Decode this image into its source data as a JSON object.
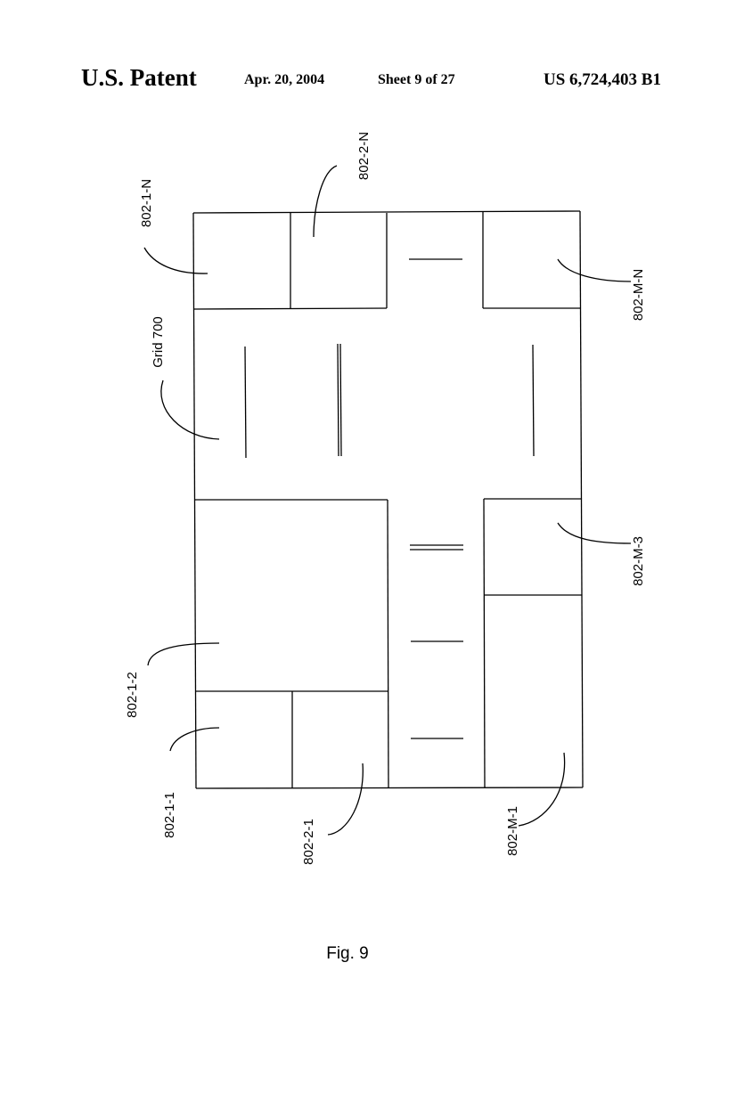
{
  "header": {
    "title": "U.S. Patent",
    "date": "Apr. 20, 2004",
    "sheet": "Sheet 9 of 27",
    "patent_number": "US 6,724,403 B1"
  },
  "figure": {
    "caption": "Fig. 9",
    "labels": {
      "cell_1_n": "802-1-N",
      "cell_2_n": "802-2-N",
      "cell_m_n": "802-M-N",
      "grid": "Grid 700",
      "cell_m_3": "802-M-3",
      "cell_1_2": "802-1-2",
      "cell_1_1": "802-1-1",
      "cell_2_1": "802-2-1",
      "cell_m_1": "802-M-1"
    }
  }
}
